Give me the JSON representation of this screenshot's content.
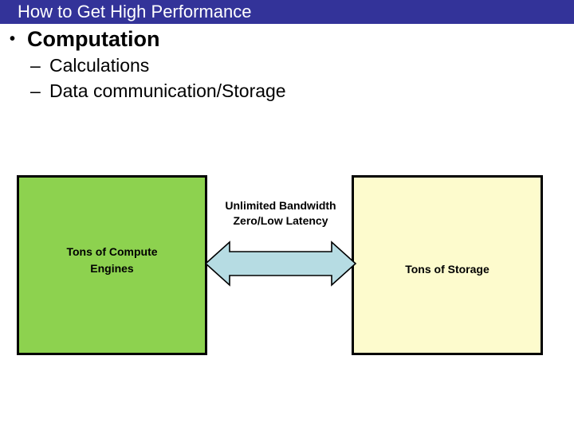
{
  "slide": {
    "title": "How to Get High Performance",
    "title_bar_color": "#333399",
    "title_text_color": "#ffffff",
    "background_color": "#ffffff"
  },
  "bullets": {
    "level1": {
      "glyph": "•",
      "text": "Computation"
    },
    "level2": [
      {
        "glyph": "–",
        "text": "Calculations"
      },
      {
        "glyph": "–",
        "text": "Data communication/Storage"
      }
    ]
  },
  "diagram": {
    "compute_box": {
      "label_line1": "Tons of Compute",
      "label_line2": "Engines",
      "fill_color": "#8DD24F",
      "border_color": "#000000"
    },
    "storage_box": {
      "label": "Tons of Storage",
      "fill_color": "#FDFBCD",
      "border_color": "#000000"
    },
    "arrow": {
      "caption_line1": "Unlimited Bandwidth",
      "caption_line2": "Zero/Low Latency",
      "fill_color": "#B6DCE3",
      "outline_color": "#000000",
      "direction": "double-headed-horizontal"
    }
  }
}
